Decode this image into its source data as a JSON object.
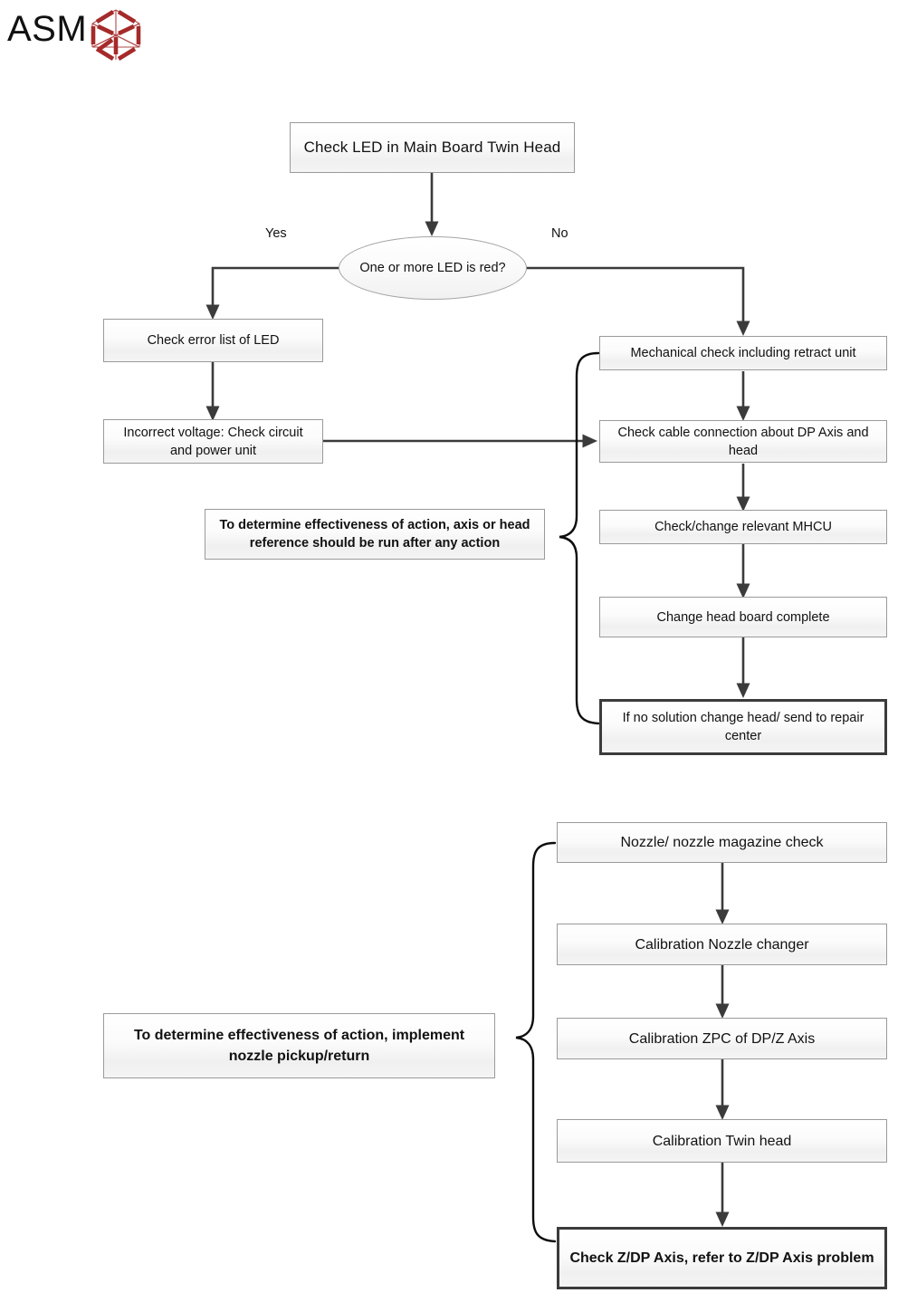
{
  "brand": {
    "name": "ASM",
    "logo_icon": "asm-hexagon-logo-icon",
    "logo_color": "#A52A2A"
  },
  "diagram": {
    "type": "flowchart",
    "title": "Twin Head troubleshooting flowchart",
    "stroke_color": "#3b3b3b",
    "node_fill": "#f2f2f2",
    "node_border": "#9a9a9a"
  },
  "flow_top": {
    "start": {
      "label": "Check LED in Main Board Twin Head"
    },
    "decision": {
      "label": "One or more LED is red?"
    },
    "branch_yes": "Yes",
    "branch_no": "No",
    "yes_path": [
      {
        "label": "Check error list of LED"
      },
      {
        "label": "Incorrect voltage: Check circuit and power unit"
      }
    ],
    "no_path": [
      {
        "label": "Mechanical check including retract unit"
      },
      {
        "label": "Check cable connection about DP Axis and head"
      },
      {
        "label": "Check/change relevant MHCU"
      },
      {
        "label": "Change head board complete"
      },
      {
        "label": "If no solution change head/ send to repair center",
        "emphasis": "heavy-border"
      }
    ],
    "note": {
      "label": "To determine effectiveness of action, axis or head reference should be run after any action"
    }
  },
  "flow_bottom": {
    "steps": [
      {
        "label": "Nozzle/ nozzle magazine check"
      },
      {
        "label": "Calibration Nozzle changer"
      },
      {
        "label": "Calibration ZPC of DP/Z Axis"
      },
      {
        "label": "Calibration Twin head"
      },
      {
        "label": "Check Z/DP Axis, refer to Z/DP Axis problem",
        "emphasis": "heavy-border"
      }
    ],
    "note": {
      "label": "To determine effectiveness of action, implement nozzle pickup/return"
    }
  }
}
